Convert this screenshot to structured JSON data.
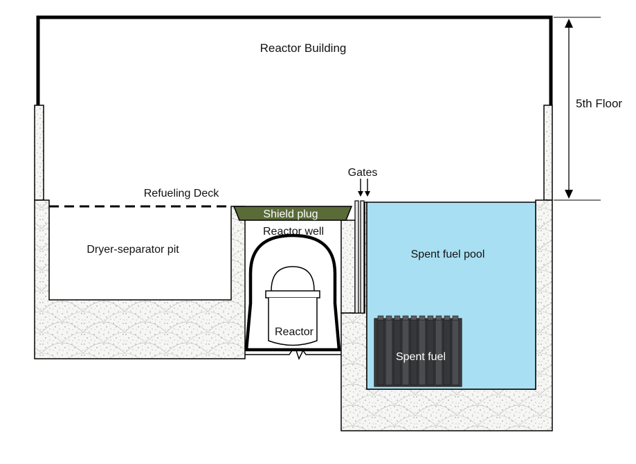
{
  "labels": {
    "reactor_building": "Reactor Building",
    "fifth_floor": "5th Floor",
    "gates": "Gates",
    "refueling_deck": "Refueling Deck",
    "shield_plug": "Shield plug",
    "reactor_well": "Reactor well",
    "dryer_separator_pit": "Dryer-separator pit",
    "spent_fuel_pool": "Spent fuel pool",
    "reactor": "Reactor",
    "spent_fuel": "Spent fuel"
  },
  "colors": {
    "pool_water": "#a9dff2",
    "shield_plug": "#5a6b38",
    "spent_fuel": "#3b3d40",
    "concrete": "#f4f4f2",
    "outline": "#000000"
  },
  "spent_fuel_rack_count": 10
}
